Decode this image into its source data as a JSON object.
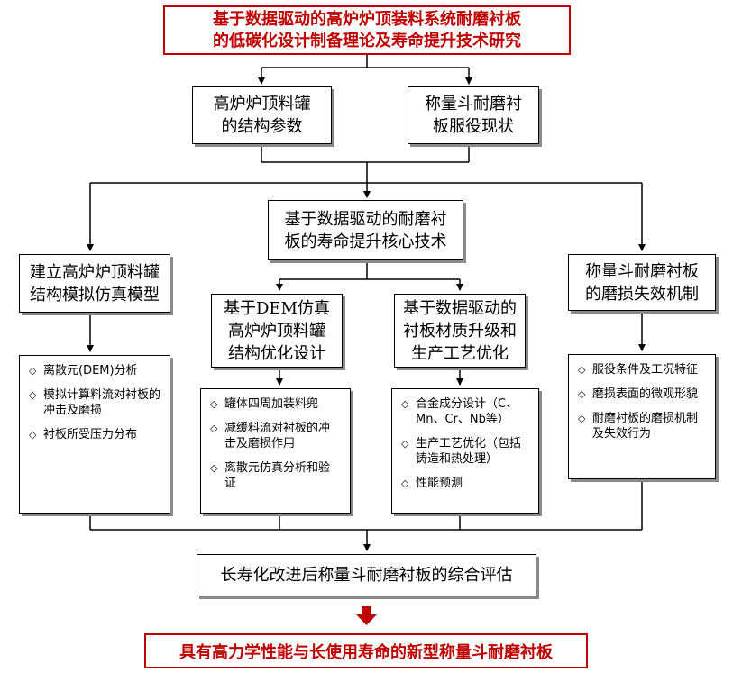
{
  "title": {
    "line1": "基于数据驱动的高炉炉顶装料系统耐磨衬板",
    "line2": "的低碳化设计制备理论及寿命提升技术研究"
  },
  "inputs": {
    "left": {
      "line1": "高炉炉顶料罐",
      "line2": "的结构参数"
    },
    "right": {
      "line1": "称量斗耐磨衬",
      "line2": "板服役现状"
    }
  },
  "core": {
    "line1": "基于数据驱动的耐磨衬",
    "line2": "板的寿命提升核心技术"
  },
  "branches": {
    "col1": {
      "head": {
        "line1": "建立高炉炉顶料罐",
        "line2": "结构模拟仿真模型"
      },
      "items": [
        "离散元(DEM)分析",
        "模拟计算料流对衬板的冲击及磨损",
        "衬板所受压力分布"
      ]
    },
    "col2": {
      "head": {
        "line1": "基于DEM仿真",
        "line2": "高炉炉顶料罐",
        "line3": "结构优化设计"
      },
      "items": [
        "罐体四周加装料兜",
        "减缓料流对衬板的冲击及磨损作用",
        "离散元仿真分析和验证"
      ]
    },
    "col3": {
      "head": {
        "line1": "基于数据驱动的",
        "line2": "衬板材质升级和",
        "line3": "生产工艺优化"
      },
      "items": [
        "合金成分设计（C、Mn、Cr、Nb等）",
        "生产工艺优化（包括铸造和热处理）",
        "性能预测"
      ]
    },
    "col4": {
      "head": {
        "line1": "称量斗耐磨衬板",
        "line2": "的磨损失效机制"
      },
      "items": [
        "服役条件及工况特征",
        "磨损表面的微观形貌",
        "耐磨衬板的磨损机制及失效行为"
      ]
    }
  },
  "evaluation": "长寿化改进后称量斗耐磨衬板的综合评估",
  "result": "具有高力学性能与长使用寿命的新型称量斗耐磨衬板",
  "bullet_symbol": "◇",
  "colors": {
    "accent": "#c00000",
    "line": "#000000",
    "shadow": "#8a8a8a"
  }
}
